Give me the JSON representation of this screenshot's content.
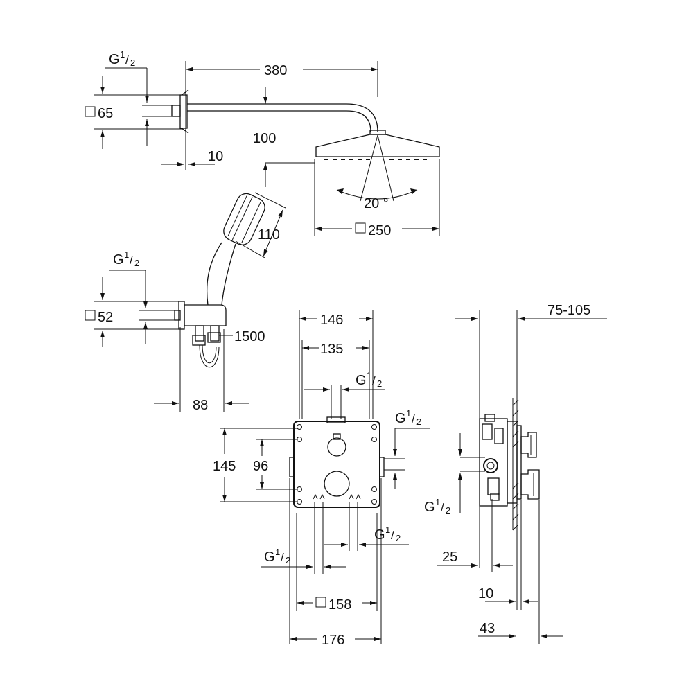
{
  "dimensions": {
    "head_arm_length": "380",
    "head_drop": "100",
    "wall_offset_top": "10",
    "flange_top": "65",
    "head_size": "250",
    "spray_angle": "20 °",
    "handshower_head": "110",
    "flange_mid": "52",
    "hose_length": "1500",
    "holder_depth": "88",
    "box_width_outer": "146",
    "box_width_inner": "135",
    "box_height": "145",
    "knob_spacing": "96",
    "box_square": "158",
    "trim_width": "176",
    "side_depth_range": "75-105",
    "side_25": "25",
    "side_10": "10",
    "side_43": "43"
  },
  "thread": {
    "letter": "G",
    "num": "1",
    "den": "2"
  }
}
